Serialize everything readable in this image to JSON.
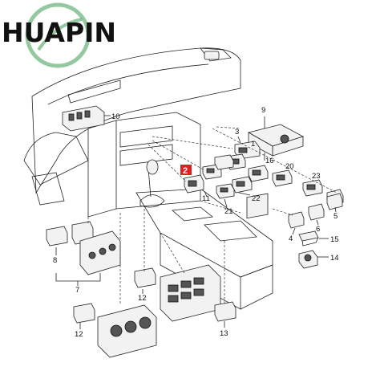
{
  "brand": {
    "name": "HUAPIN",
    "logo_color": "#3a9a52",
    "text_color": "#111111"
  },
  "highlight": {
    "label": "2",
    "color": "#e02020"
  },
  "callouts": [
    {
      "id": "c9",
      "label": "9"
    },
    {
      "id": "c10",
      "label": "10"
    },
    {
      "id": "c3",
      "label": "3"
    },
    {
      "id": "c1",
      "label": "1"
    },
    {
      "id": "c16",
      "label": "16"
    },
    {
      "id": "c20",
      "label": "20"
    },
    {
      "id": "c23",
      "label": "23"
    },
    {
      "id": "c11",
      "label": "11"
    },
    {
      "id": "c22",
      "label": "22"
    },
    {
      "id": "c21",
      "label": "21"
    },
    {
      "id": "c5",
      "label": "5"
    },
    {
      "id": "c6",
      "label": "6"
    },
    {
      "id": "c4",
      "label": "4"
    },
    {
      "id": "c15",
      "label": "15"
    },
    {
      "id": "c14",
      "label": "14"
    },
    {
      "id": "c8",
      "label": "8"
    },
    {
      "id": "c7",
      "label": "7"
    },
    {
      "id": "c12a",
      "label": "12"
    },
    {
      "id": "c12b",
      "label": "12"
    },
    {
      "id": "c13",
      "label": "13"
    }
  ]
}
